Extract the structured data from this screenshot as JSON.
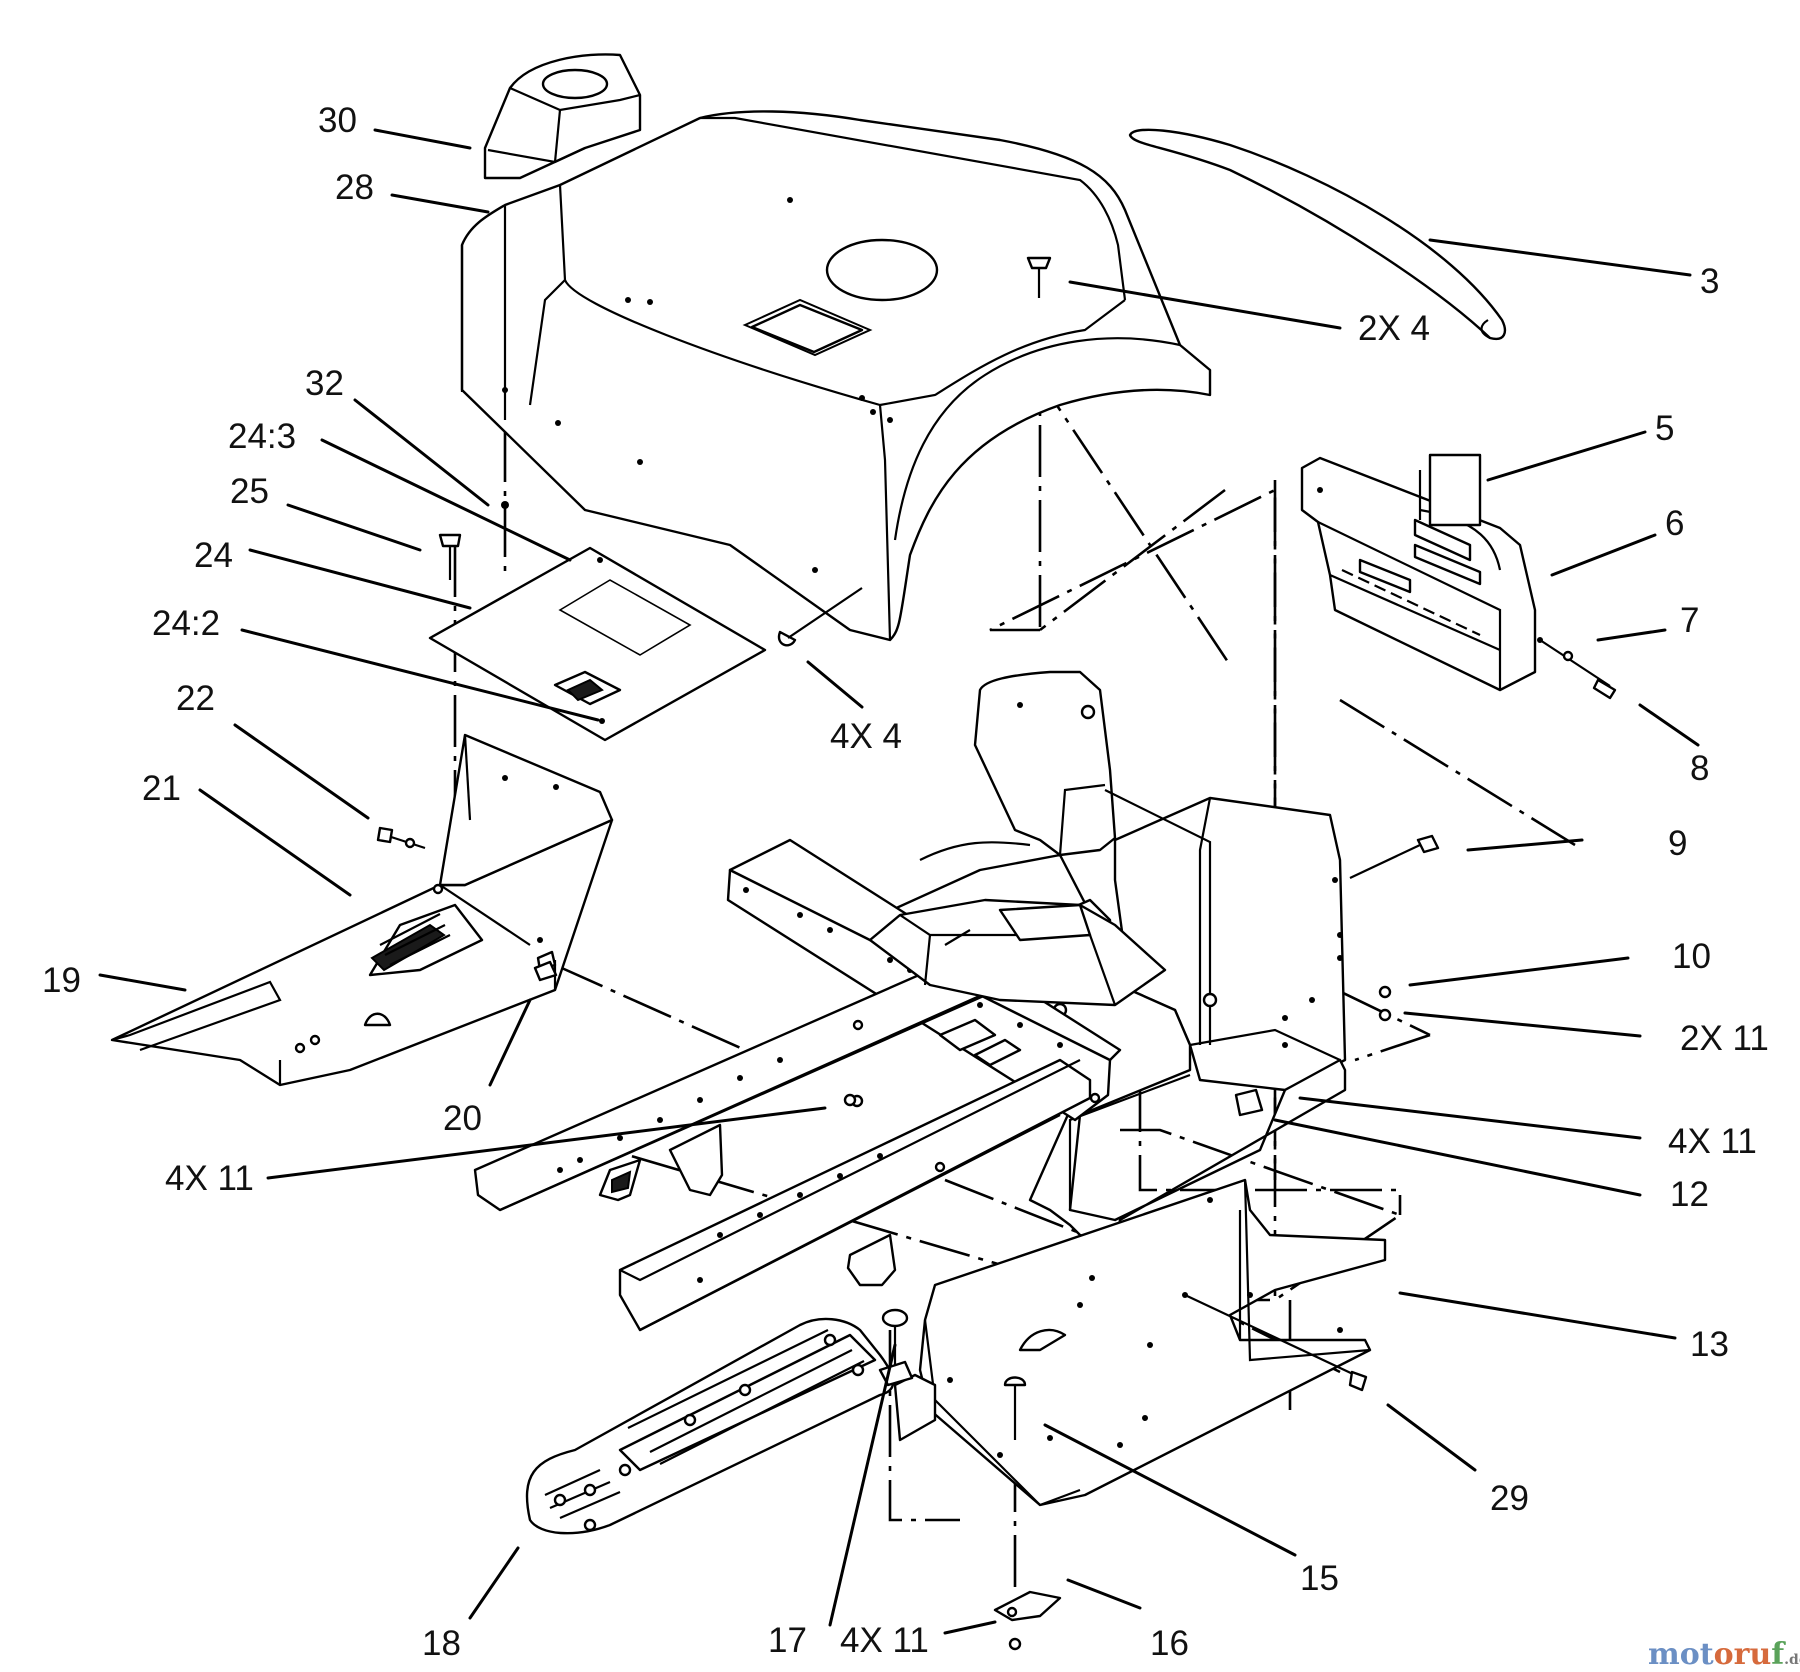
{
  "diagram": {
    "callouts": [
      {
        "id": "c30",
        "label": "30"
      },
      {
        "id": "c28",
        "label": "28"
      },
      {
        "id": "c3",
        "label": "3"
      },
      {
        "id": "c2x4",
        "label": "2X 4"
      },
      {
        "id": "c32",
        "label": "32"
      },
      {
        "id": "c24-3",
        "label": "24:3"
      },
      {
        "id": "c25",
        "label": "25"
      },
      {
        "id": "c24",
        "label": "24"
      },
      {
        "id": "c24-2",
        "label": "24:2"
      },
      {
        "id": "c5",
        "label": "5"
      },
      {
        "id": "c6",
        "label": "6"
      },
      {
        "id": "c7",
        "label": "7"
      },
      {
        "id": "c8",
        "label": "8"
      },
      {
        "id": "c4x4",
        "label": "4X 4"
      },
      {
        "id": "c22",
        "label": "22"
      },
      {
        "id": "c21",
        "label": "21"
      },
      {
        "id": "c19",
        "label": "19"
      },
      {
        "id": "c20",
        "label": "20"
      },
      {
        "id": "c9",
        "label": "9"
      },
      {
        "id": "c10",
        "label": "10"
      },
      {
        "id": "c2x11",
        "label": "2X 11"
      },
      {
        "id": "c4x11-left",
        "label": "4X 11"
      },
      {
        "id": "c4x11-right",
        "label": "4X 11"
      },
      {
        "id": "c12",
        "label": "12"
      },
      {
        "id": "c13",
        "label": "13"
      },
      {
        "id": "c29",
        "label": "29"
      },
      {
        "id": "c18",
        "label": "18"
      },
      {
        "id": "c17",
        "label": "17"
      },
      {
        "id": "c4x11-bottom",
        "label": "4X 11"
      },
      {
        "id": "c16",
        "label": "16"
      },
      {
        "id": "c15",
        "label": "15"
      }
    ]
  },
  "watermark": {
    "part1": "mot",
    "part2": "oru",
    "part3": "f",
    "tld": ".de"
  }
}
